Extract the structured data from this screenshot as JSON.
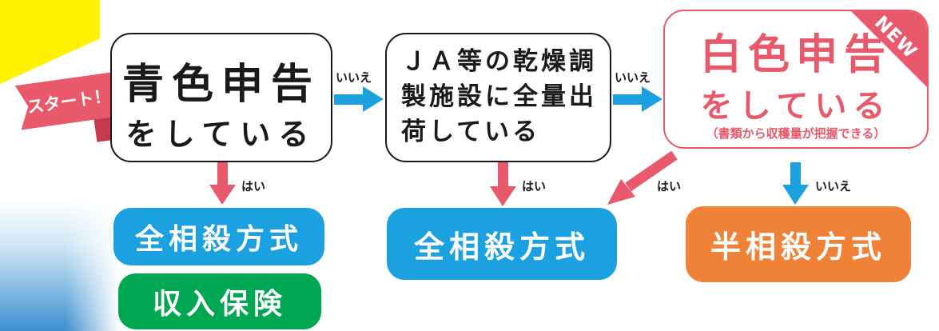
{
  "start_label": "スタート！",
  "nodes": {
    "q1": {
      "line1": "青色申告",
      "line2": "をしている"
    },
    "q2": {
      "text": "ＪＡ等の乾燥調製施設に全量出荷している"
    },
    "q3": {
      "line1": "白色申告",
      "line2": "をしている",
      "note": "（書類から収穫量が把握できる）",
      "badge": "NEW"
    }
  },
  "edges": {
    "q1_to_q2": "いいえ",
    "q2_to_q3": "いいえ",
    "q1_yes": "はい",
    "q2_yes": "はい",
    "q3_yes": "はい",
    "q3_no": "いいえ"
  },
  "results": {
    "r1": "全相殺方式",
    "r2": "収入保険",
    "r3": "全相殺方式",
    "r4": "半相殺方式"
  },
  "colors": {
    "arrow_blue": "#1ca1e0",
    "arrow_red": "#e8596b",
    "accent_pink": "#e8596b",
    "yellow": "#fff100",
    "green": "#00a752",
    "orange": "#ef8237"
  }
}
